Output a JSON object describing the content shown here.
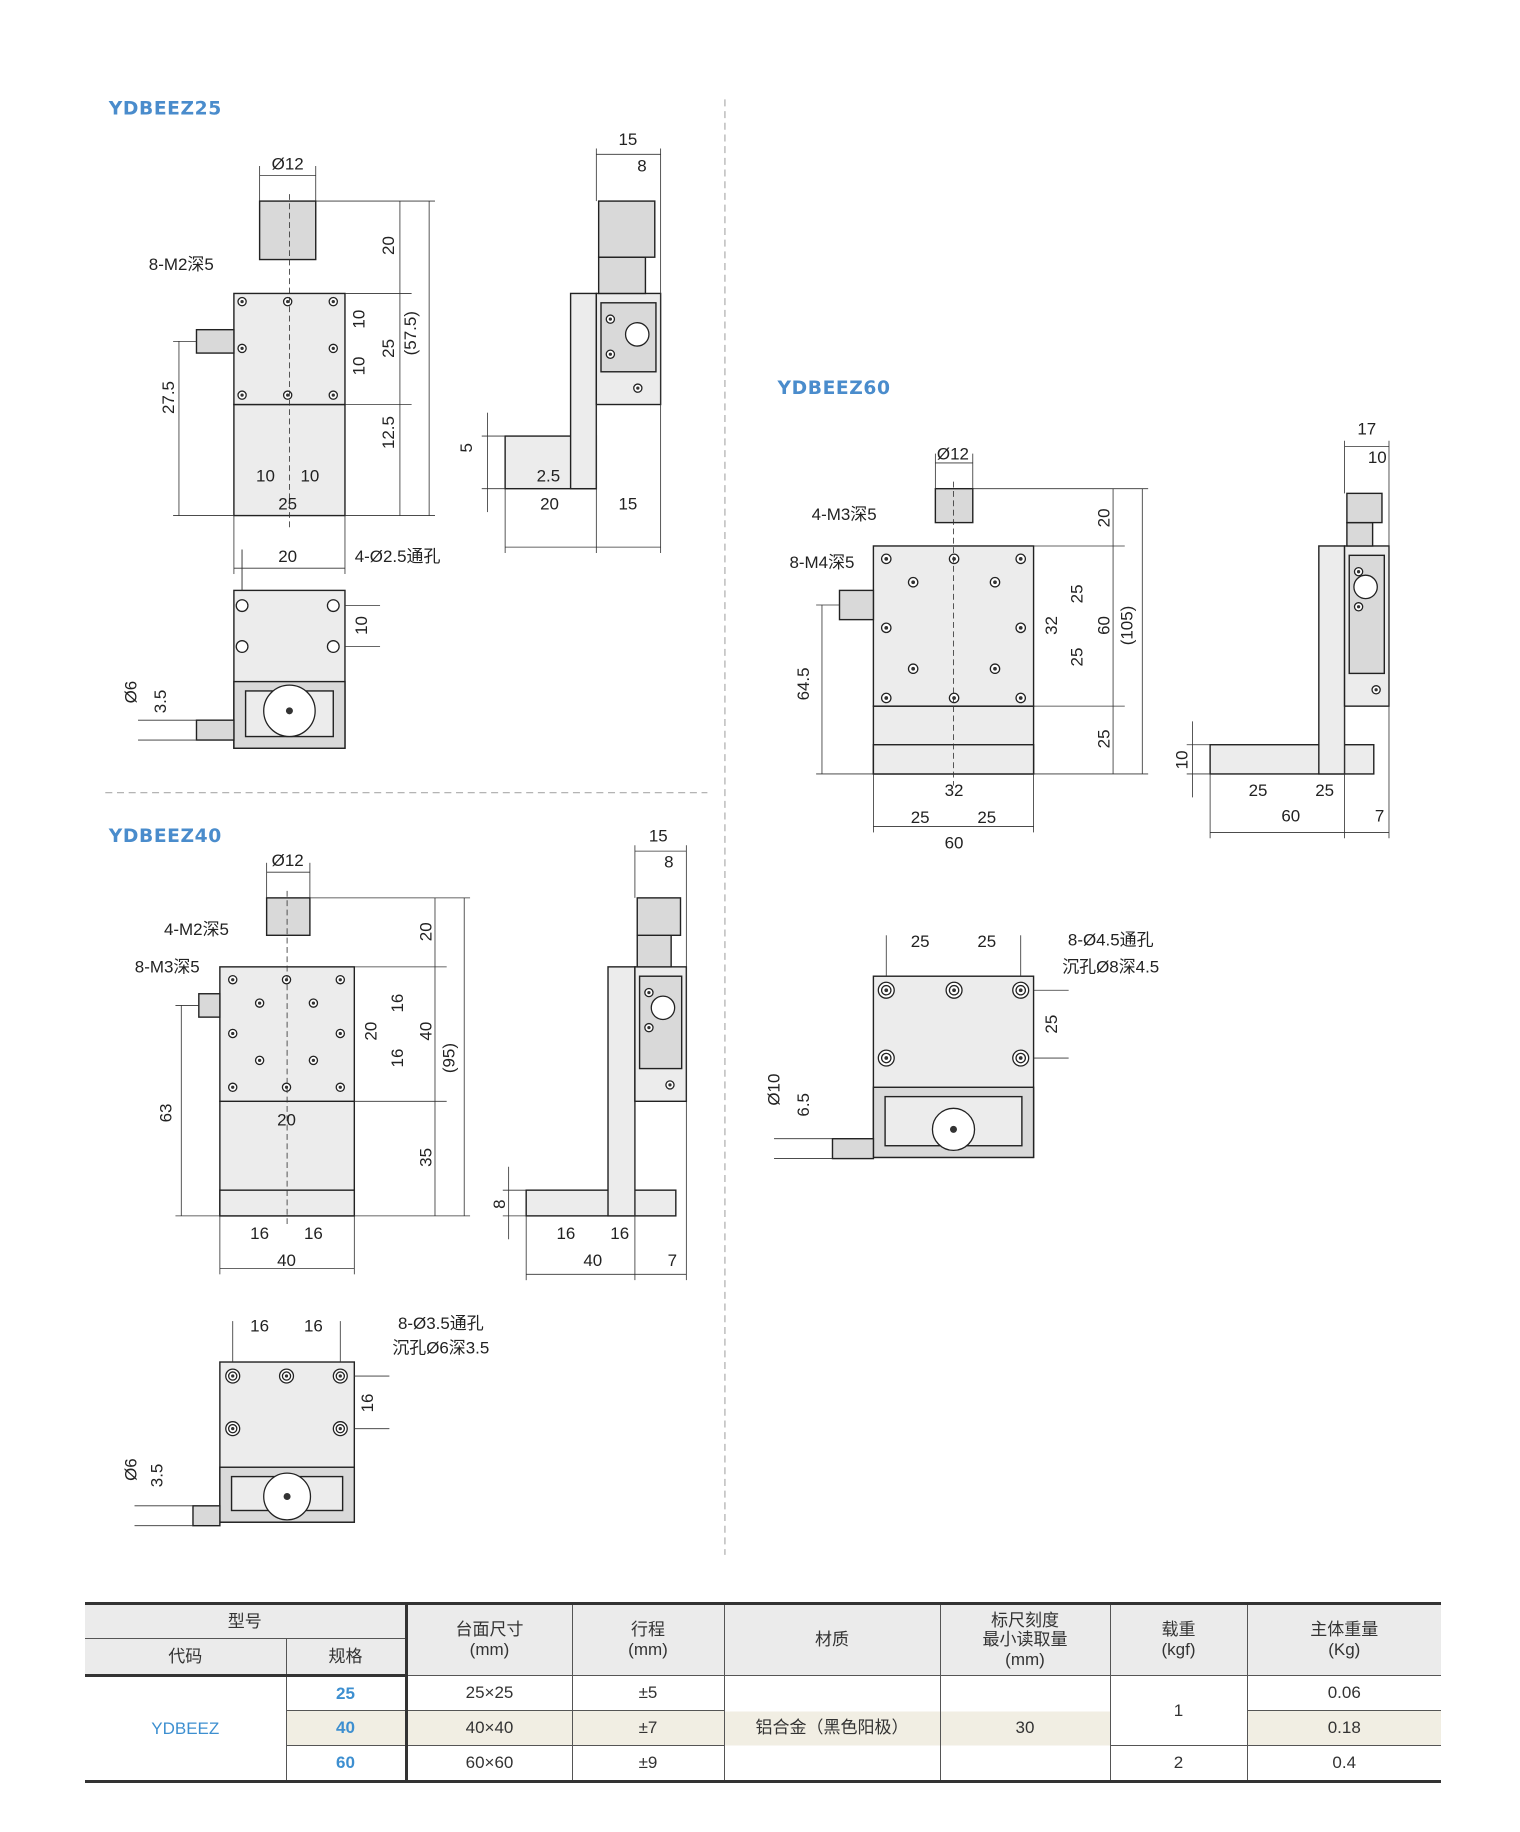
{
  "drawings": {
    "z25": {
      "title": "YDBEEZ25",
      "front": [
        "Ø12",
        "8-M2深5",
        "20",
        "10",
        "25",
        "10",
        "(57.5)",
        "27.5",
        "12.5",
        "10",
        "10",
        "25"
      ],
      "side": [
        "15",
        "8",
        "5",
        "2.5",
        "20",
        "15"
      ],
      "bottom": [
        "20",
        "4-Ø2.5通孔",
        "10",
        "Ø6",
        "3.5"
      ]
    },
    "z40": {
      "title": "YDBEEZ40",
      "front": [
        "Ø12",
        "4-M2深5",
        "8-M3深5",
        "20",
        "16",
        "20",
        "40",
        "16",
        "(95)",
        "63",
        "20",
        "35",
        "16",
        "16",
        "40"
      ],
      "side": [
        "15",
        "8",
        "8",
        "16",
        "16",
        "40",
        "7"
      ],
      "bottom": [
        "16",
        "16",
        "8-Ø3.5通孔",
        "沉孔Ø6深3.5",
        "16",
        "Ø6",
        "3.5"
      ]
    },
    "z60": {
      "title": "YDBEEZ60",
      "front": [
        "Ø12",
        "4-M3深5",
        "8-M4深5",
        "20",
        "25",
        "32",
        "60",
        "25",
        "(105)",
        "64.5",
        "25",
        "32",
        "25",
        "25",
        "60"
      ],
      "side": [
        "17",
        "10",
        "10",
        "25",
        "25",
        "60",
        "7"
      ],
      "bottom": [
        "25",
        "25",
        "8-Ø4.5通孔",
        "沉孔Ø8深4.5",
        "25",
        "Ø10",
        "6.5"
      ]
    }
  },
  "table": {
    "headers": {
      "model": "型号",
      "code": "代码",
      "spec": "规格",
      "table_size": "台面尺寸",
      "table_size_unit": "(mm)",
      "travel": "行程",
      "travel_unit": "(mm)",
      "material": "材质",
      "scale_line1": "标尺刻度",
      "scale_line2": "最小读取量",
      "scale_unit": "(mm)",
      "load": "载重",
      "load_unit": "(kgf)",
      "weight": "主体重量",
      "weight_unit": "(Kg)"
    },
    "code": "YDBEEZ",
    "material": "铝合金（黑色阳极）",
    "scale": "30",
    "rows": [
      {
        "spec": "25",
        "size": "25×25",
        "travel": "±5",
        "weight": "0.06"
      },
      {
        "spec": "40",
        "size": "40×40",
        "travel": "±7",
        "weight": "0.18"
      },
      {
        "spec": "60",
        "size": "60×60",
        "travel": "±9",
        "weight": "0.4"
      }
    ],
    "load_25_40": "1",
    "load_60": "2",
    "colors": {
      "accent": "#3d8fd0",
      "highlight_row": "#f1eee3",
      "header": "#ebebeb"
    }
  }
}
